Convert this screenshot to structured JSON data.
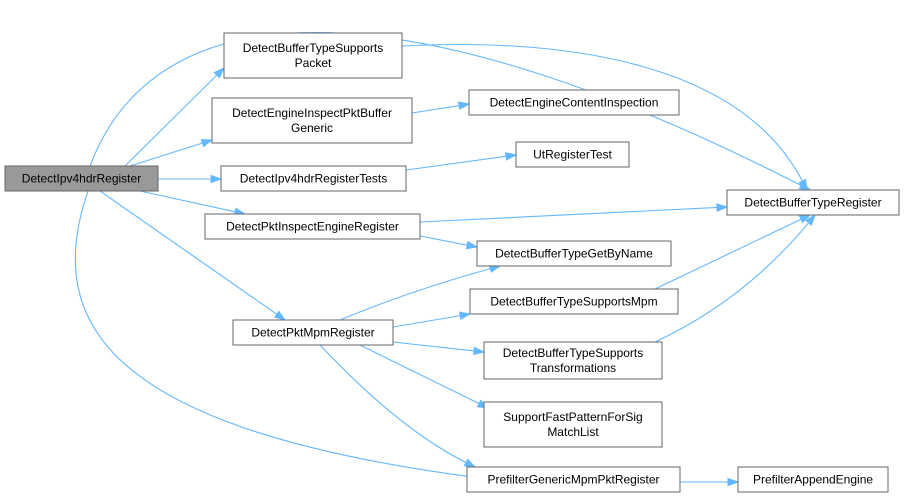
{
  "graph": {
    "nodes": [
      {
        "id": "root",
        "lines": [
          "DetectIpv4hdrRegister"
        ],
        "root": true
      },
      {
        "id": "n1",
        "lines": [
          "DetectBufferTypeSupports",
          "Packet"
        ]
      },
      {
        "id": "n2",
        "lines": [
          "DetectEngineInspectPktBuffer",
          "Generic"
        ]
      },
      {
        "id": "n3",
        "lines": [
          "DetectIpv4hdrRegisterTests"
        ]
      },
      {
        "id": "n4",
        "lines": [
          "DetectPktInspectEngineRegister"
        ]
      },
      {
        "id": "n5",
        "lines": [
          "DetectPktMpmRegister"
        ]
      },
      {
        "id": "n6",
        "lines": [
          "DetectEngineContentInspection"
        ]
      },
      {
        "id": "n7",
        "lines": [
          "UtRegisterTest"
        ]
      },
      {
        "id": "n8",
        "lines": [
          "DetectBufferTypeRegister"
        ]
      },
      {
        "id": "n9",
        "lines": [
          "DetectBufferTypeGetByName"
        ]
      },
      {
        "id": "n10",
        "lines": [
          "DetectBufferTypeSupportsMpm"
        ]
      },
      {
        "id": "n11",
        "lines": [
          "DetectBufferTypeSupports",
          "Transformations"
        ]
      },
      {
        "id": "n12",
        "lines": [
          "SupportFastPatternForSig",
          "MatchList"
        ]
      },
      {
        "id": "n13",
        "lines": [
          "PrefilterGenericMpmPktRegister"
        ]
      },
      {
        "id": "n14",
        "lines": [
          "PrefilterAppendEngine"
        ]
      }
    ],
    "edges": [
      [
        "root",
        "n8"
      ],
      [
        "root",
        "n1"
      ],
      [
        "root",
        "n2"
      ],
      [
        "root",
        "n3"
      ],
      [
        "root",
        "n4"
      ],
      [
        "root",
        "n5"
      ],
      [
        "root",
        "n13"
      ],
      [
        "n1",
        "n8"
      ],
      [
        "n2",
        "n6"
      ],
      [
        "n3",
        "n7"
      ],
      [
        "n4",
        "n8"
      ],
      [
        "n4",
        "n9"
      ],
      [
        "n5",
        "n9"
      ],
      [
        "n5",
        "n10"
      ],
      [
        "n5",
        "n11"
      ],
      [
        "n5",
        "n12"
      ],
      [
        "n5",
        "n13"
      ],
      [
        "n10",
        "n8"
      ],
      [
        "n11",
        "n8"
      ],
      [
        "n13",
        "n14"
      ]
    ]
  }
}
